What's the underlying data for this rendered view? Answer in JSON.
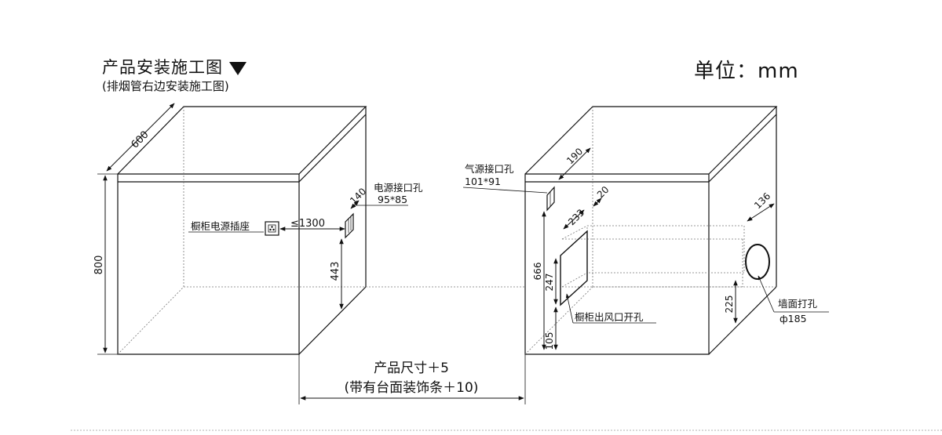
{
  "header": {
    "title": "产品安装施工图",
    "title_marker_icon": "triangle-down-icon",
    "subtitle": "(排烟管右边安装施工图)",
    "unit_label": "单位：mm"
  },
  "left_cabinet": {
    "depth": "600",
    "height": "800",
    "power_socket_label": "橱柜电源插座",
    "max_distance": "≤1300",
    "power_port_label": "电源接口孔",
    "power_port_size": "95*85",
    "power_port_dim": "140",
    "power_port_height": "443"
  },
  "right_cabinet": {
    "gas_port_label": "气源接口孔",
    "gas_port_size": "101*91",
    "gas_port_dim": "190",
    "gap": "20",
    "vent_width": "233",
    "vent_height": "247",
    "gas_port_height": "666",
    "vent_bottom": "105",
    "vent_label": "橱柜出风口开孔",
    "wall_hole_label": "墙面打孔",
    "wall_hole_diameter": "ф185",
    "wall_hole_dim": "136",
    "wall_hole_height": "225"
  },
  "bottom": {
    "size_label": "产品尺寸＋5",
    "size_note": "(带有台面装饰条＋10)"
  },
  "colors": {
    "line": "#111111",
    "hidden_line": "#777777"
  }
}
